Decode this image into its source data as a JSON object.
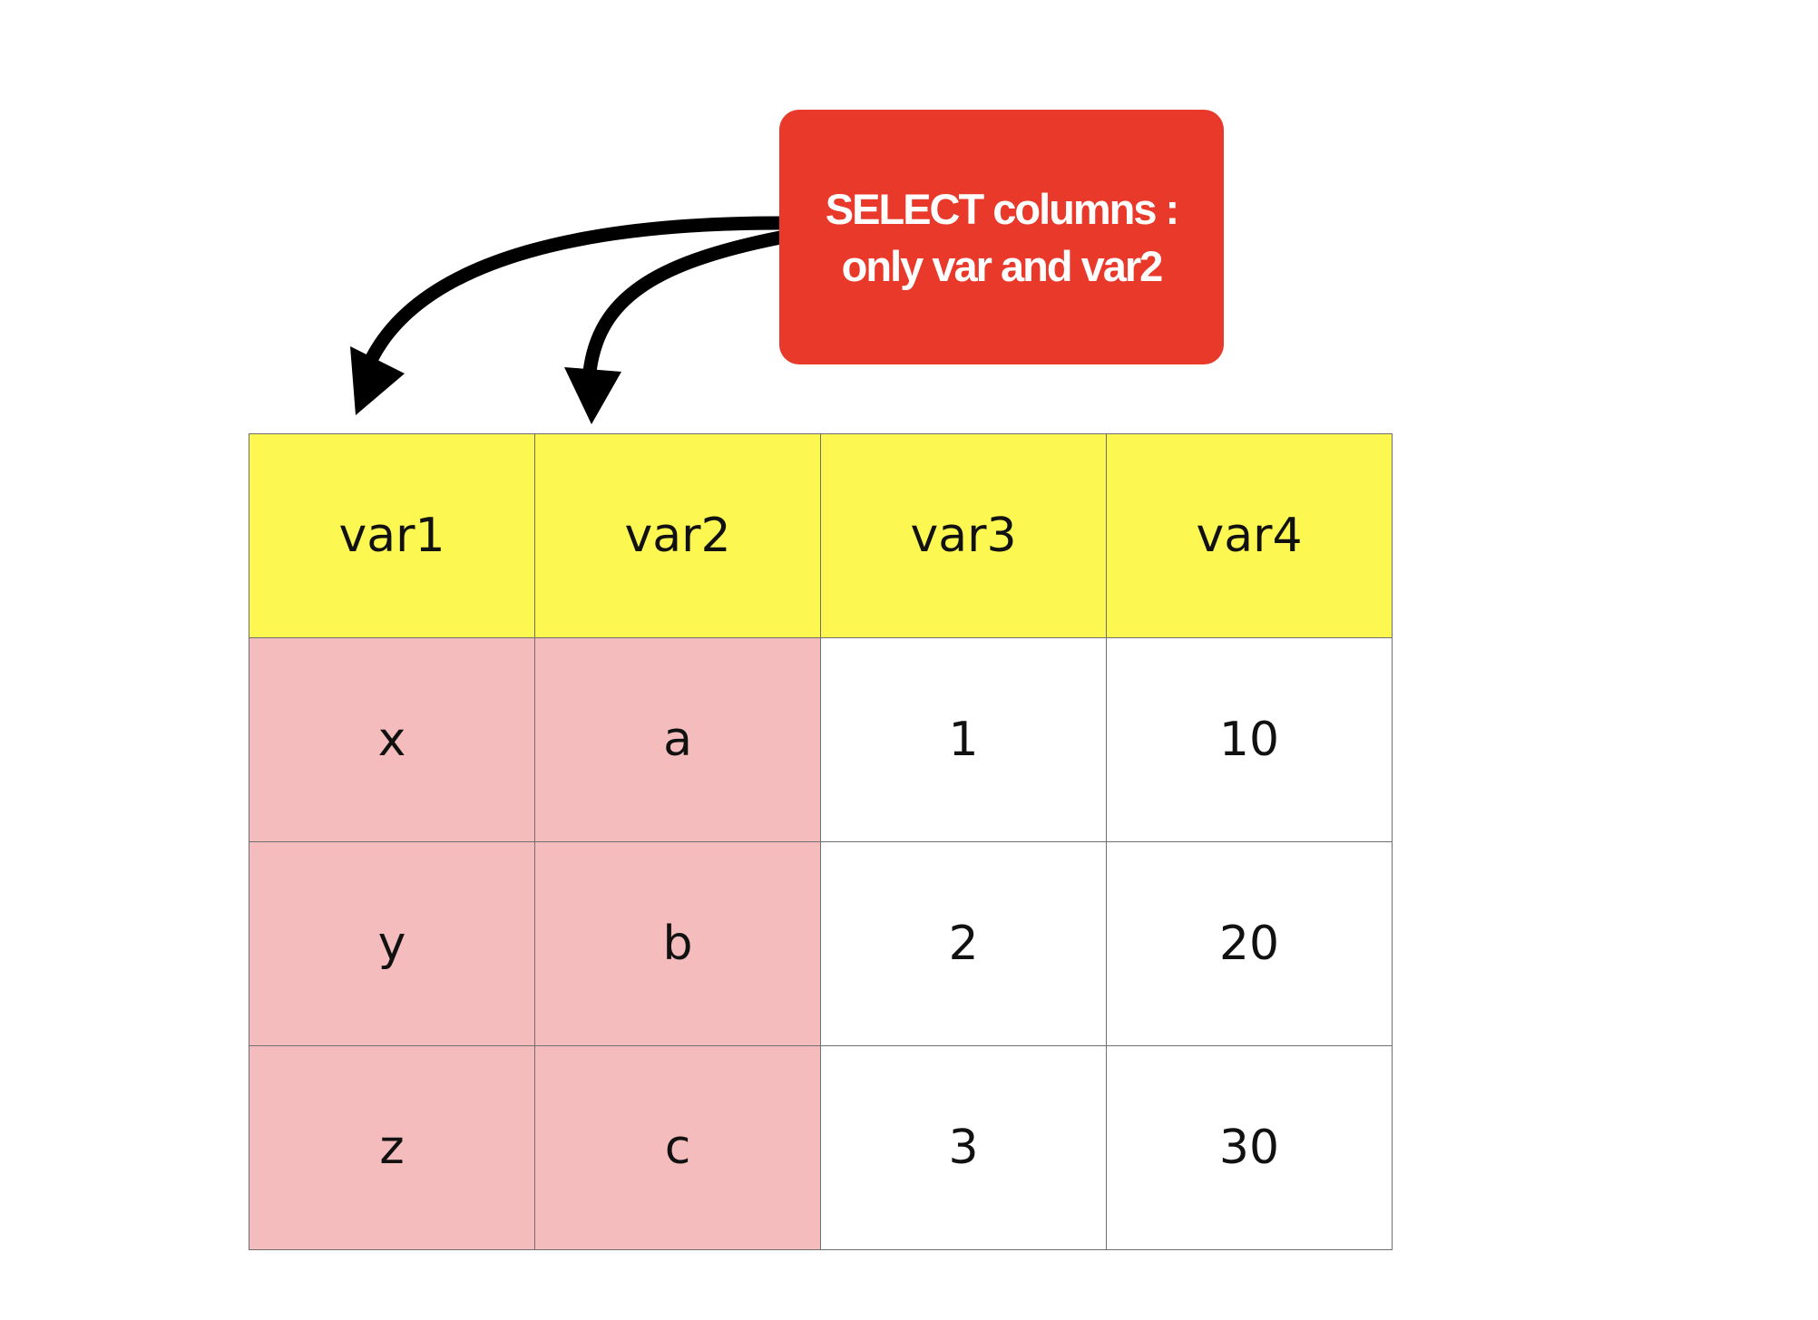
{
  "callout": {
    "line1": "SELECT columns :",
    "line2": "only var and var2"
  },
  "table": {
    "headers": [
      "var1",
      "var2",
      "var3",
      "var4"
    ],
    "rows": [
      [
        "x",
        "a",
        "1",
        "10"
      ],
      [
        "y",
        "b",
        "2",
        "20"
      ],
      [
        "z",
        "c",
        "3",
        "30"
      ]
    ],
    "selected_columns": [
      "var1",
      "var2"
    ]
  },
  "colors": {
    "callout": "#e8392a",
    "header": "#fdf751",
    "selected": "#f4bcbc",
    "arrow": "#000000"
  }
}
